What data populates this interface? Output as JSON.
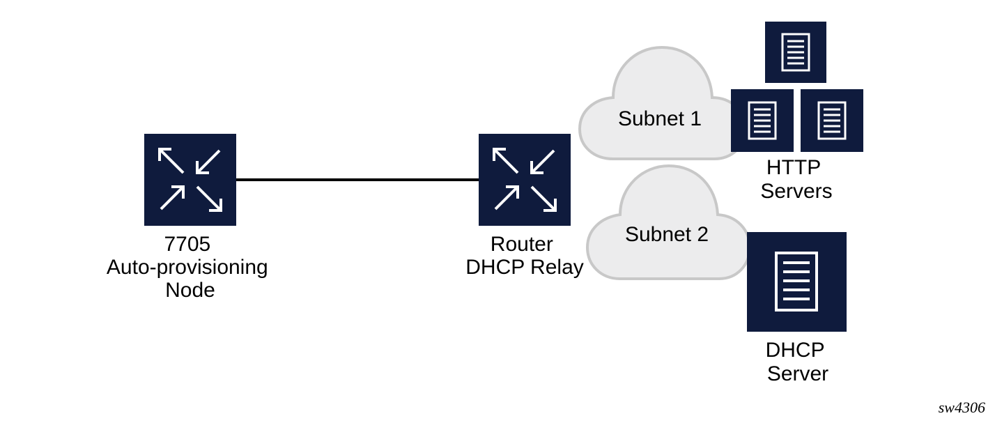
{
  "colors": {
    "device_fill": "#0f1b3d",
    "device_icon": "#ffffff",
    "cloud_fill": "#ececed",
    "cloud_stroke": "#c8c8c8",
    "link": "#000000",
    "text": "#000000"
  },
  "nodes": {
    "autoprov": {
      "icon": "router-icon",
      "label_lines": [
        "7705",
        "Auto-provisioning",
        "Node"
      ]
    },
    "relay": {
      "icon": "router-icon",
      "label_lines": [
        "Router",
        "DHCP Relay"
      ]
    },
    "subnet1": {
      "icon": "cloud-icon",
      "label": "Subnet 1"
    },
    "subnet2": {
      "icon": "cloud-icon",
      "label": "Subnet 2"
    },
    "http_servers": {
      "icon": "server-icon",
      "count": 3,
      "label_lines": [
        "HTTP",
        "Servers"
      ]
    },
    "dhcp_server": {
      "icon": "server-icon",
      "label_lines": [
        "DHCP",
        "Server"
      ]
    }
  },
  "links": [
    {
      "from": "autoprov",
      "to": "relay"
    }
  ],
  "figure_id": "sw4306"
}
